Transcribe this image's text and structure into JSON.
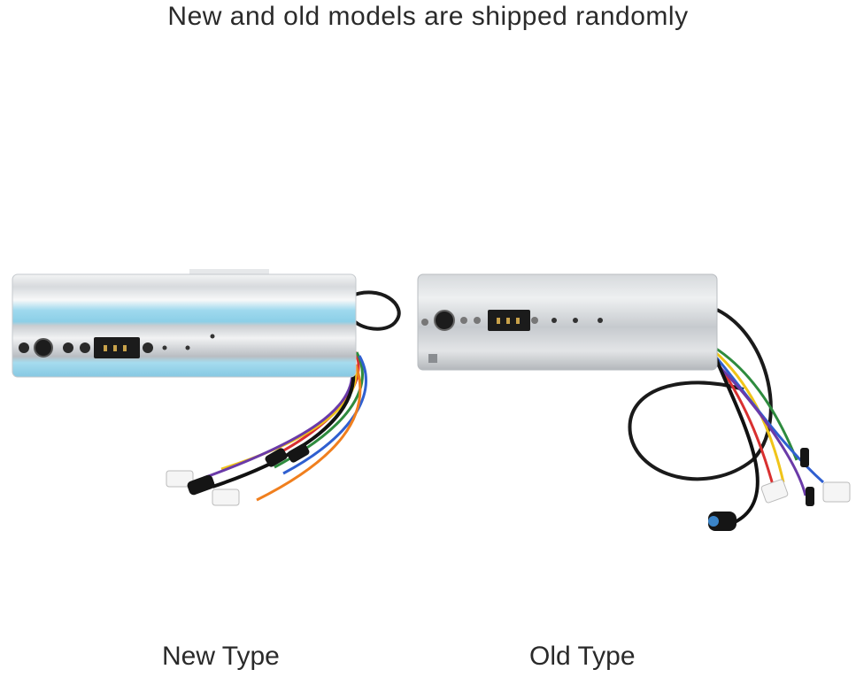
{
  "headline": "New and old models are shipped randomly",
  "products": [
    {
      "label": "New Type",
      "accent_color": "#8fd3ea"
    },
    {
      "label": "Old Type",
      "accent_color": "#c9ccd0"
    }
  ],
  "wire_colors": [
    "#d93030",
    "#2e8b3e",
    "#2f5fd0",
    "#f0c419",
    "#ffffff",
    "#111111",
    "#f07f1e",
    "#6a3aa8"
  ]
}
